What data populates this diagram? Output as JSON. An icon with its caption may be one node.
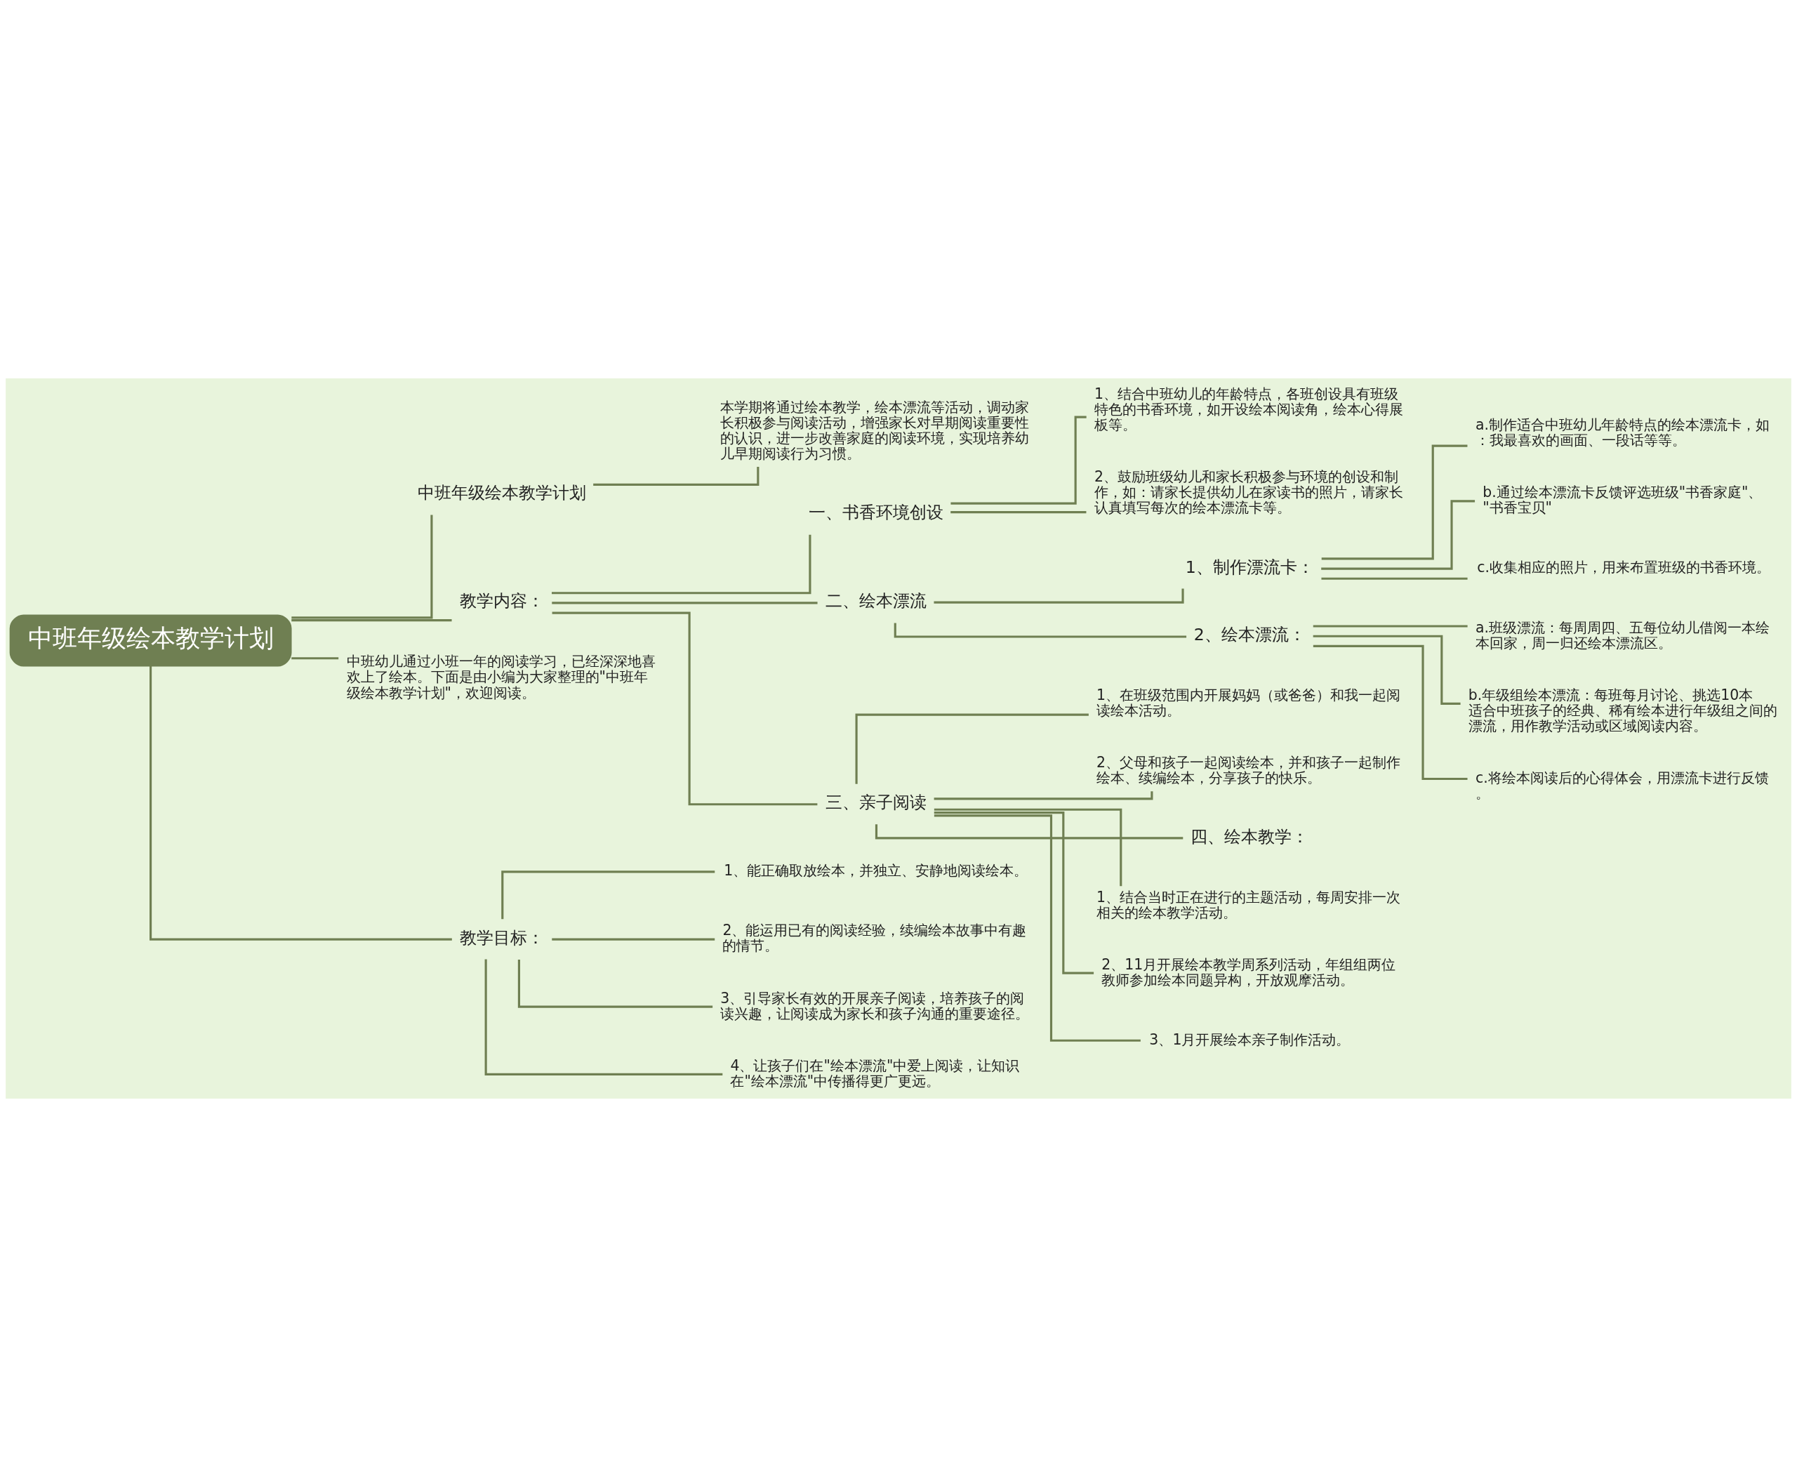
{
  "diagram": {
    "nodes": [
      {
        "text": [
          "中班年级绘本教学计划"
        ]
      },
      {
        "text": [
          "中班年级绘本教学计划"
        ]
      },
      {
        "text": [
          "本学期将通过绘本教学，绘本漂流等活动，调动家长积极参与阅读活动，增强家长对早期阅读重要性的认识，进一步改善家庭的阅读环境，实现培养幼儿早期阅读行为习惯。"
        ]
      },
      {
        "text": [
          "教学内容："
        ]
      },
      {
        "text": [
          "一、书香环境创设"
        ]
      },
      {
        "text": [
          "1、结合中班幼儿的年龄特点，各班创设具有班级特色的书香环境，如开设绘本阅读角，绘本心得展板等。"
        ]
      },
      {
        "text": [
          "2、鼓励班级幼儿和家长积极参与环境的创设和制作，如：请家长提供幼儿在家读书的照片，请家长认真填写每次的绘本漂流卡等。"
        ]
      },
      {
        "text": [
          "二、绘本漂流"
        ]
      },
      {
        "text": [
          "1、制作漂流卡："
        ]
      },
      {
        "text": [
          "a.制作适合中班幼儿年龄特点的绘本漂流卡，如：我最喜欢的画面、一段话等等。"
        ]
      },
      {
        "text": [
          "b.通过绘本漂流卡反馈评选班级\"书香家庭\"、\"书香宝贝\""
        ]
      },
      {
        "text": [
          "c.收集相应的照片，用来布置班级的书香环境。"
        ]
      },
      {
        "text": [
          "2、绘本漂流："
        ]
      },
      {
        "text": [
          "a.班级漂流：每周周四、五每位幼儿借阅一本绘本回家，周一归还绘本漂流区。"
        ]
      },
      {
        "text": [
          "b.年级组绘本漂流：每班每月讨论、挑选10本适合中班孩子的经典、稀有绘本进行年级组之间的漂流，用作教学活动或区域阅读内容。"
        ]
      },
      {
        "text": [
          "c.将绘本阅读后的心得体会，用漂流卡进行反馈。"
        ]
      },
      {
        "text": [
          "三、亲子阅读"
        ]
      },
      {
        "text": [
          "1、在班级范围内开展妈妈（或爸爸）和我一起阅读绘本活动。"
        ]
      },
      {
        "text": [
          "2、父母和孩子一起阅读绘本，并和孩子一起制作绘本、续编绘本，分享孩子的快乐。"
        ]
      },
      {
        "text": [
          "四、绘本教学："
        ]
      },
      {
        "text": [
          "1、结合当时正在进行的主题活动，每周安排一次相关的绘本教学活动。"
        ]
      },
      {
        "text": [
          "2、11月开展绘本教学周系列活动，年组组两位教师参加绘本同题异构，开放观摩活动。"
        ]
      },
      {
        "text": [
          "3、1月开展绘本亲子制作活动。"
        ]
      },
      {
        "text": [
          "中班幼儿通过小班一年的阅读学习，已经深深地喜欢上了绘本。下面是由小编为大家整理的\"中班年级绘本教学计划\"，欢迎阅读。"
        ]
      },
      {
        "text": [
          "教学目标："
        ]
      },
      {
        "text": [
          "1、能正确取放绘本，并独立、安静地阅读绘本。"
        ]
      },
      {
        "text": [
          "2、能运用已有的阅读经验，续编绘本故事中有趣的情节。"
        ]
      },
      {
        "text": [
          "3、引导家长有效的开展亲子阅读，培养孩子的阅读兴趣，让阅读成为家长和孩子沟通的重要途径。"
        ]
      },
      {
        "text": [
          "4、让孩子们在\"绘本漂流\"中爱上阅读，让知识在\"绘本漂流\"中传播得更广更远。"
        ]
      }
    ],
    "edges": [
      {
        "from": 0,
        "to": 1,
        "arrow": "none"
      },
      {
        "from": 1,
        "to": 2,
        "arrow": "none"
      },
      {
        "from": 0,
        "to": 3,
        "arrow": "none"
      },
      {
        "from": 3,
        "to": 4,
        "arrow": "none"
      },
      {
        "from": 4,
        "to": 5,
        "arrow": "none"
      },
      {
        "from": 4,
        "to": 6,
        "arrow": "none"
      },
      {
        "from": 3,
        "to": 7,
        "arrow": "none"
      },
      {
        "from": 7,
        "to": 8,
        "arrow": "none"
      },
      {
        "from": 8,
        "to": 9,
        "arrow": "none"
      },
      {
        "from": 8,
        "to": 10,
        "arrow": "none"
      },
      {
        "from": 8,
        "to": 11,
        "arrow": "none"
      },
      {
        "from": 7,
        "to": 12,
        "arrow": "none"
      },
      {
        "from": 12,
        "to": 13,
        "arrow": "none"
      },
      {
        "from": 12,
        "to": 14,
        "arrow": "none"
      },
      {
        "from": 12,
        "to": 15,
        "arrow": "none"
      },
      {
        "from": 3,
        "to": 16,
        "arrow": "none"
      },
      {
        "from": 16,
        "to": 17,
        "arrow": "none"
      },
      {
        "from": 16,
        "to": 18,
        "arrow": "none"
      },
      {
        "from": 16,
        "to": 19,
        "arrow": "none"
      },
      {
        "from": 16,
        "to": 20,
        "arrow": "none"
      },
      {
        "from": 16,
        "to": 21,
        "arrow": "none"
      },
      {
        "from": 16,
        "to": 22,
        "arrow": "none"
      },
      {
        "from": 0,
        "to": 23,
        "arrow": "none"
      },
      {
        "from": 0,
        "to": 24,
        "arrow": "none"
      },
      {
        "from": 24,
        "to": 25,
        "arrow": "none"
      },
      {
        "from": 24,
        "to": 26,
        "arrow": "none"
      },
      {
        "from": 24,
        "to": 27,
        "arrow": "none"
      },
      {
        "from": 24,
        "to": 28,
        "arrow": "none"
      }
    ]
  }
}
